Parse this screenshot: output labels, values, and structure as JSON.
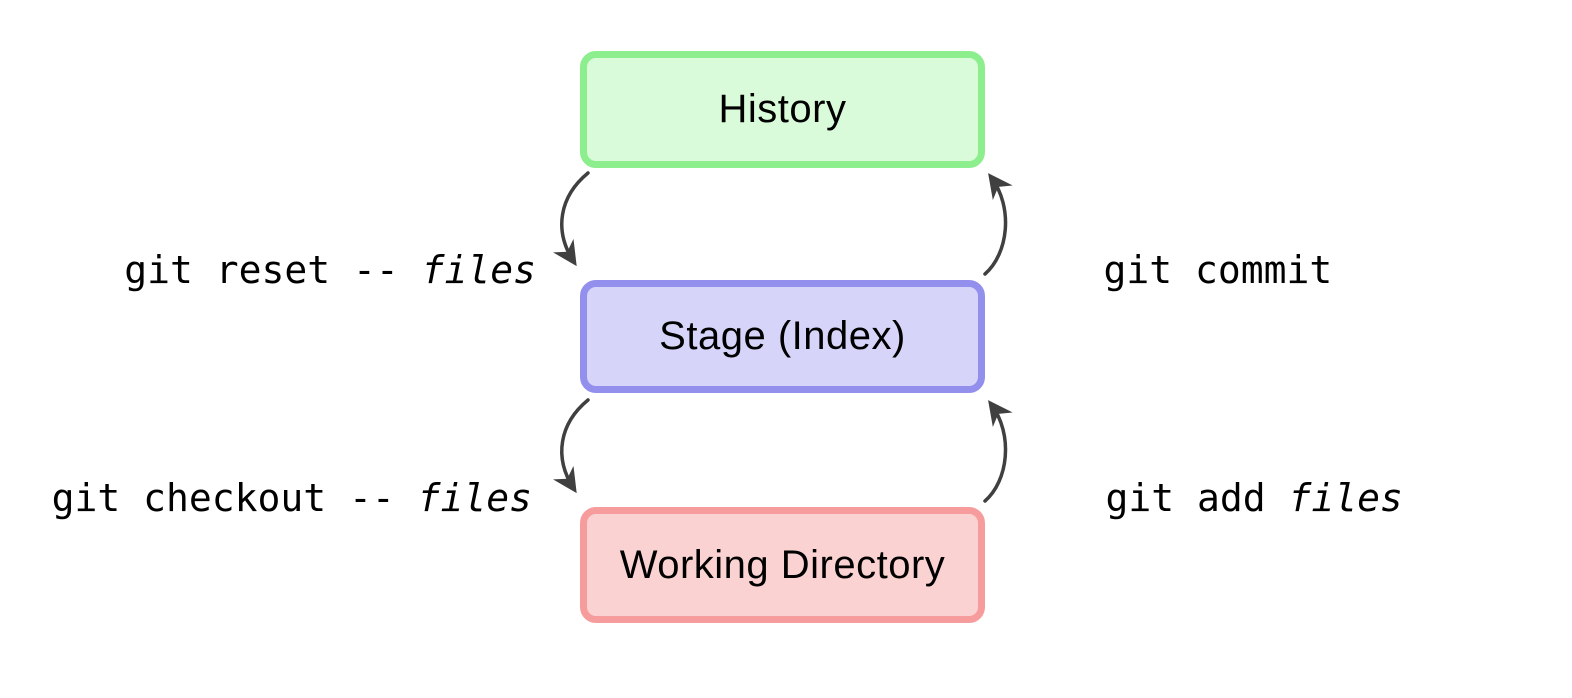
{
  "canvas": {
    "background": "#ffffff",
    "text_color": "#000000",
    "arrow_color": "#404040"
  },
  "diagram": {
    "type": "git-data-flow",
    "nodes": [
      {
        "id": "history",
        "label": "History",
        "fill": "#d9fbd9",
        "border": "#8cee8c"
      },
      {
        "id": "stage",
        "label": "Stage (Index)",
        "fill": "#d6d4f9",
        "border": "#938fed"
      },
      {
        "id": "working",
        "label": "Working Directory",
        "fill": "#fbd2d2",
        "border": "#f79c9c"
      }
    ],
    "edges": [
      {
        "command": "git reset -- ",
        "argument": "files",
        "from": "History",
        "to": "Stage (Index)",
        "side": "left",
        "direction": "down"
      },
      {
        "command": "git commit",
        "argument": "",
        "from": "Stage (Index)",
        "to": "History",
        "side": "right",
        "direction": "up"
      },
      {
        "command": "git checkout -- ",
        "argument": "files",
        "from": "Stage (Index)",
        "to": "Working Directory",
        "side": "left",
        "direction": "down"
      },
      {
        "command": "git add ",
        "argument": "files",
        "from": "Working Directory",
        "to": "Stage (Index)",
        "side": "right",
        "direction": "up"
      }
    ]
  }
}
